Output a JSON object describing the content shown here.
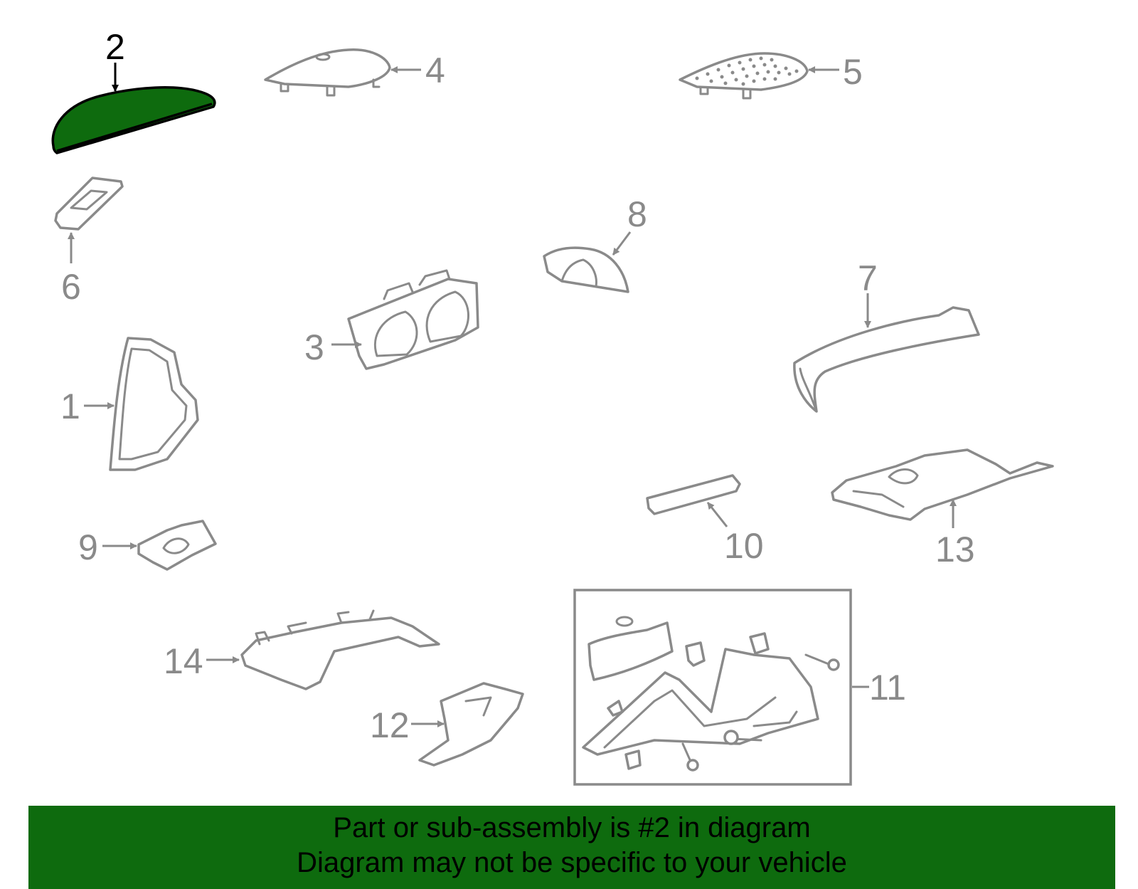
{
  "diagram": {
    "highlight_color": "#0e6b0e",
    "part_outline_color": "#8a8a8a",
    "callouts": {
      "c1": "1",
      "c2": "2",
      "c3": "3",
      "c4": "4",
      "c5": "5",
      "c6": "6",
      "c7": "7",
      "c8": "8",
      "c9": "9",
      "c10": "10",
      "c11": "11",
      "c12": "12",
      "c13": "13",
      "c14": "14"
    },
    "highlighted_part": "2"
  },
  "banner": {
    "background_color": "#0e6b0e",
    "line1": "Part or sub-assembly is #2 in diagram",
    "line2": "Diagram may not be specific to your vehicle"
  }
}
